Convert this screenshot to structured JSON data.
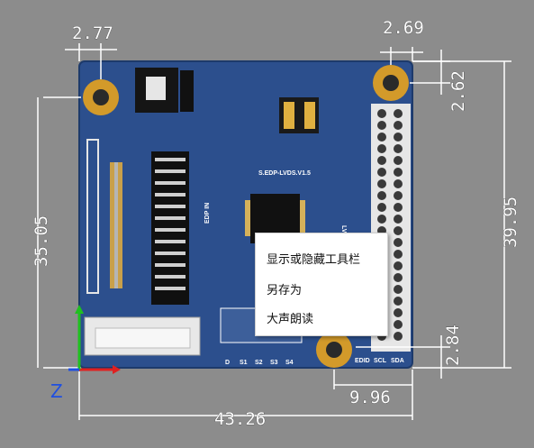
{
  "viewer": {
    "background_color": "#8c8c8c",
    "pcb_color": "#2c4f8d",
    "dimension_line_color": "#ffffff"
  },
  "dimensions": {
    "d1": "2.77",
    "d2": "2.69",
    "d3": "2.62",
    "d4": "35.05",
    "d5": "39.95",
    "d6": "2.84",
    "d7": "9.96",
    "d8": "43.26"
  },
  "pcb_labels": {
    "board_name": "S.EDP-LVDS.V1.5",
    "edp_in": "EDP IN",
    "lvds_out": "LVDS OUT",
    "pin_labels": [
      "D",
      "S1",
      "S2",
      "S3",
      "S4"
    ],
    "edid": "EDID",
    "scl": "SCL",
    "sda": "SDA"
  },
  "axis": {
    "z_label": "Z",
    "x_color": "#e02020",
    "y_color": "#20c020",
    "z_color": "#2050e0"
  },
  "context_menu": {
    "items": [
      {
        "label": "显示或隐藏工具栏"
      },
      {
        "label": "另存为"
      },
      {
        "label": "大声朗读"
      }
    ]
  }
}
